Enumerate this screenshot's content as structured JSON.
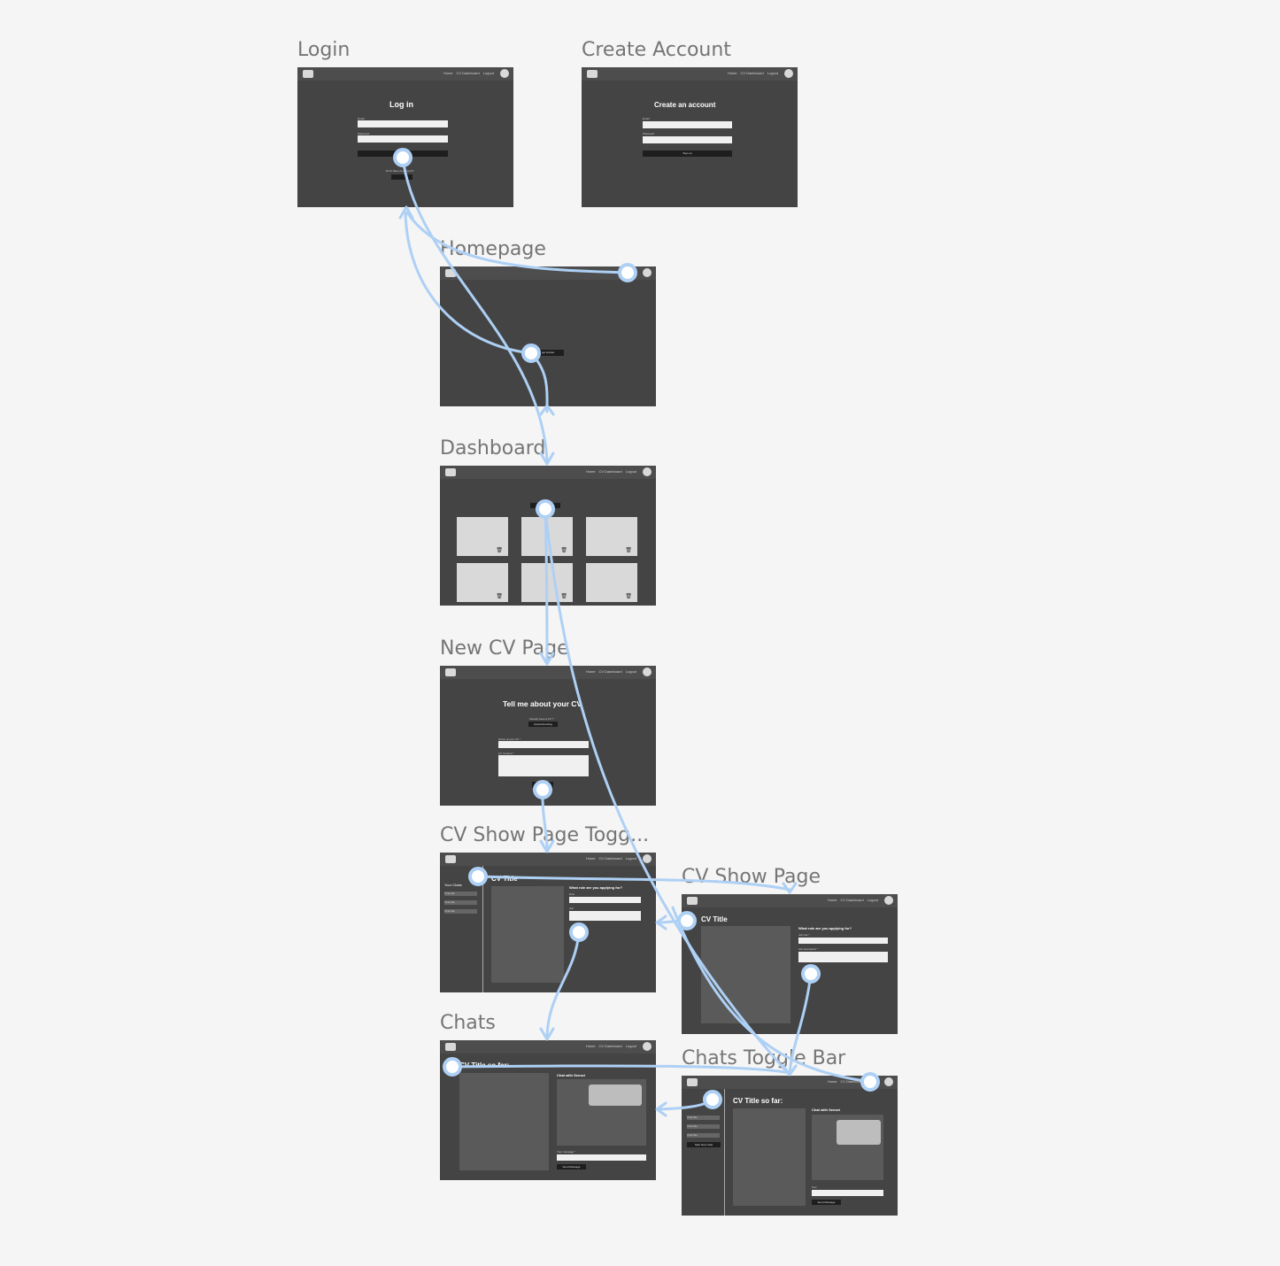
{
  "nav_links": [
    "Home",
    "CV Dashboard",
    "Logout"
  ],
  "frames": {
    "login": {
      "label": "Login",
      "heading": "Log in",
      "email_label": "Email",
      "password_label": "Password",
      "no_account": "Don't have an account?"
    },
    "create_account": {
      "label": "Create Account",
      "heading": "Create an account",
      "email_label": "Email",
      "password_label": "Password",
      "submit": "Sign up"
    },
    "homepage": {
      "label": "Homepage",
      "cta": "get started"
    },
    "dashboard": {
      "label": "Dashboard",
      "cards": [
        "card-1",
        "card-2",
        "card-3",
        "card-4",
        "card-5",
        "card-6"
      ]
    },
    "new_cv": {
      "label": "New CV Page",
      "heading": "Tell me about your CV",
      "upload_prompt": "Already have a CV ?",
      "upload_btn": "Upload Existing",
      "name_label": "Name of your CV *",
      "content_label": "CV Content *"
    },
    "cv_show_toggle": {
      "label": "CV Show Page Togg...",
      "title": "CV Title",
      "side_heading": "Your Chats",
      "chat_items": [
        "Chat title",
        "Chat title",
        "Chat title"
      ],
      "question": "What role are you applying for?",
      "field1": "Role",
      "field2": "Job"
    },
    "cv_show": {
      "label": "CV Show Page",
      "title": "CV Title",
      "question": "What role are you applying for?",
      "field1": "Job role *",
      "field2": "Job description *"
    },
    "chats": {
      "label": "Chats",
      "title": "CV Title so far:",
      "chat_heading": "Chat with Sensei",
      "your_message": "Your message *",
      "send": "Send Message"
    },
    "chats_toggle": {
      "label": "Chats Toggle Bar",
      "title": "CV Title so far:",
      "chat_heading": "Chat with Sensei",
      "chat_items": [
        "Chat title",
        "Chat title",
        "Chat title"
      ],
      "new_chat": "Start New Chat",
      "your_message": "Text",
      "send": "Send Message"
    }
  },
  "colors": {
    "connector": "#aed0f5",
    "frame": "#444444",
    "canvas": "#f5f5f5"
  }
}
